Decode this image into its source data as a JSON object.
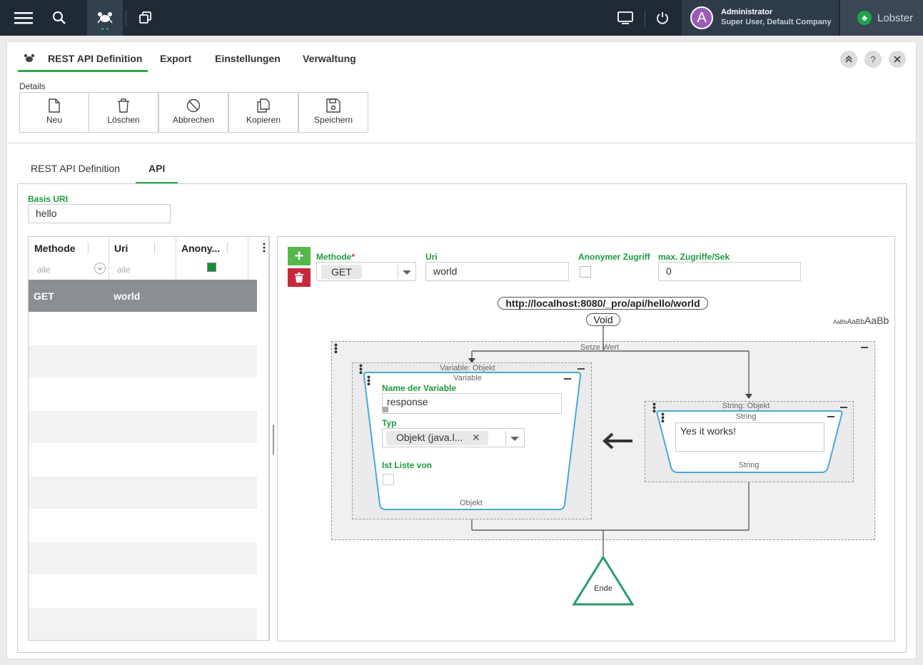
{
  "topbar": {
    "user_initial": "A",
    "user_name": "Administrator",
    "user_sub": "Super User, Default Company",
    "brand": "Lobster"
  },
  "main_tabs": [
    "REST API Definition",
    "Export",
    "Einstellungen",
    "Verwaltung"
  ],
  "toolbar": {
    "section_label": "Details",
    "buttons": [
      "Neu",
      "Löschen",
      "Abbrechen",
      "Kopieren",
      "Speichern"
    ]
  },
  "sub_tabs": [
    "REST API Definition",
    "API"
  ],
  "basis_uri": {
    "label": "Basis URI",
    "value": "hello"
  },
  "grid": {
    "columns": [
      "Methode",
      "Uri",
      "Anony..."
    ],
    "filters": [
      "alle",
      "alle"
    ],
    "rows": [
      {
        "methode": "GET",
        "uri": "world"
      }
    ]
  },
  "form": {
    "methode_label": "Methode",
    "required_mark": "*",
    "methode_value": "GET",
    "uri_label": "Uri",
    "uri_value": "world",
    "anon_label": "Anonymer Zugriff",
    "max_label": "max. Zugriffe/Sek",
    "max_value": "0"
  },
  "flow": {
    "url": "http://localhost:8080/_pro/api/hello/world",
    "void": "Void",
    "font_sizes": "AaBbAaBbAaBb",
    "setze_wert": "Setze Wert",
    "variable_title": "Variable: Objekt",
    "variable_sub": "Variable",
    "name_label": "Name der Variable",
    "name_value": "response",
    "typ_label": "Typ",
    "typ_value": "Objekt (java.l...",
    "ist_liste_label": "Ist Liste von",
    "objekt_footer": "Objekt",
    "string_title": "String: Objekt",
    "string_sub": "String",
    "string_value": "Yes it works!",
    "string_footer": "String",
    "ende": "Ende"
  },
  "colors": {
    "accent": "#2aa84a",
    "topbar": "#1f2a35",
    "flow_border": "#4aa8d8"
  }
}
